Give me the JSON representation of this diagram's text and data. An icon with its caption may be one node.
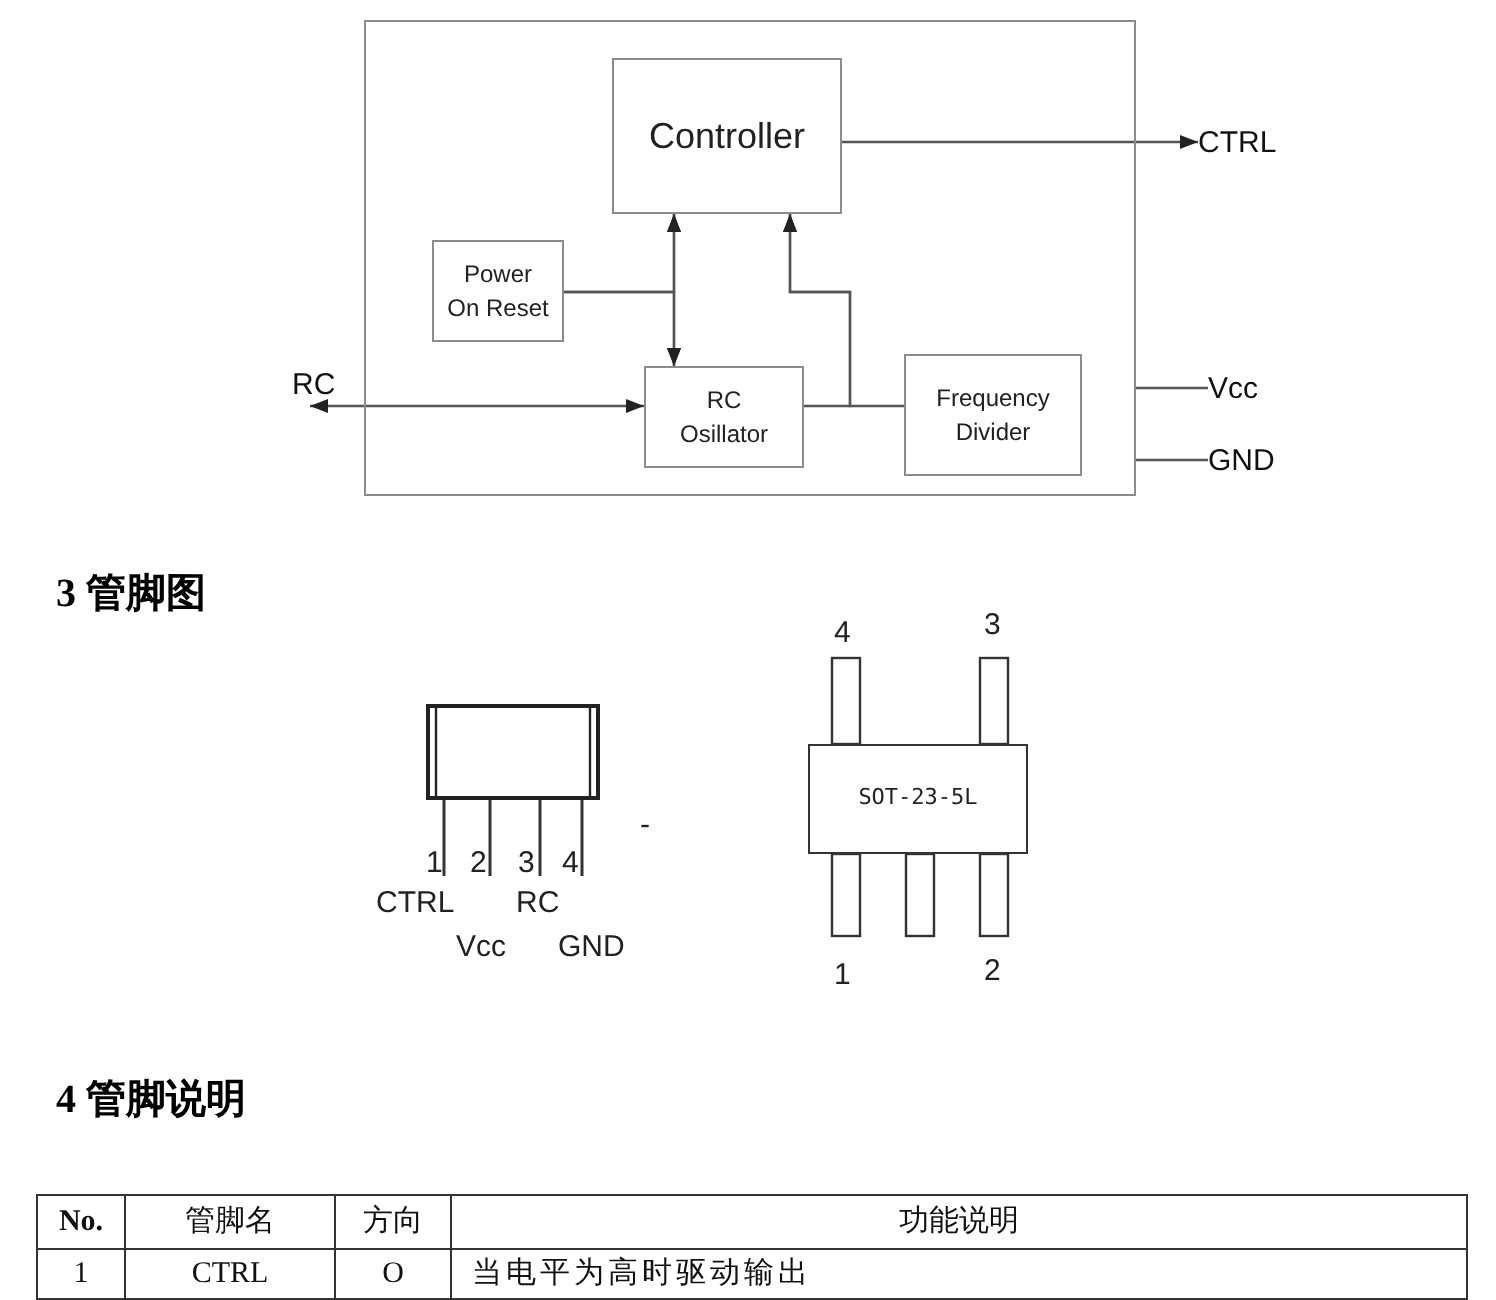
{
  "diagram": {
    "nodes": [
      {
        "text": [],
        "shape": "box"
      },
      {
        "text": [
          "Controller"
        ],
        "in": 0
      },
      {
        "text": [
          "Power On Reset"
        ],
        "in": 0
      },
      {
        "text": [
          "RC Osillator"
        ],
        "in": 0
      },
      {
        "text": [
          "Frequency Divider"
        ],
        "in": 0
      },
      {
        "text": [
          "CTRL"
        ]
      },
      {
        "text": [
          "RC"
        ]
      },
      {
        "text": [
          "Vcc"
        ]
      },
      {
        "text": [
          "GND"
        ]
      },
      {
        "text": [],
        "shape": "box"
      },
      {
        "text": [
          "SOT-23-5L"
        ]
      }
    ],
    "edges": [
      {
        "from": 1,
        "to": 5,
        "arrow": "to"
      },
      {
        "from": 6,
        "to": 3,
        "arrow": "both"
      },
      {
        "from": 1,
        "to": 3,
        "arrow": "both"
      },
      {
        "from": 2,
        "to": 1,
        "arrow": "to"
      },
      {
        "from": 2,
        "to": 3,
        "arrow": "to"
      },
      {
        "from": 3,
        "to": 1,
        "arrow": "to"
      },
      {
        "from": 4,
        "to": 1,
        "arrow": "to"
      },
      {
        "from": 0,
        "to": 7,
        "arrow": "none"
      },
      {
        "from": 0,
        "to": 8,
        "arrow": "none"
      }
    ],
    "labels": [
      "3 管脚图",
      "1",
      "2",
      "3",
      "4",
      "CTRL",
      "RC",
      "Vcc",
      "GND",
      "-",
      "4",
      "3",
      "1",
      "2",
      "4 管脚说明",
      "No.",
      "管脚名",
      "方向",
      "功能说明",
      "1",
      "CTRL",
      "O",
      "当电平为高时驱动输出"
    ]
  }
}
